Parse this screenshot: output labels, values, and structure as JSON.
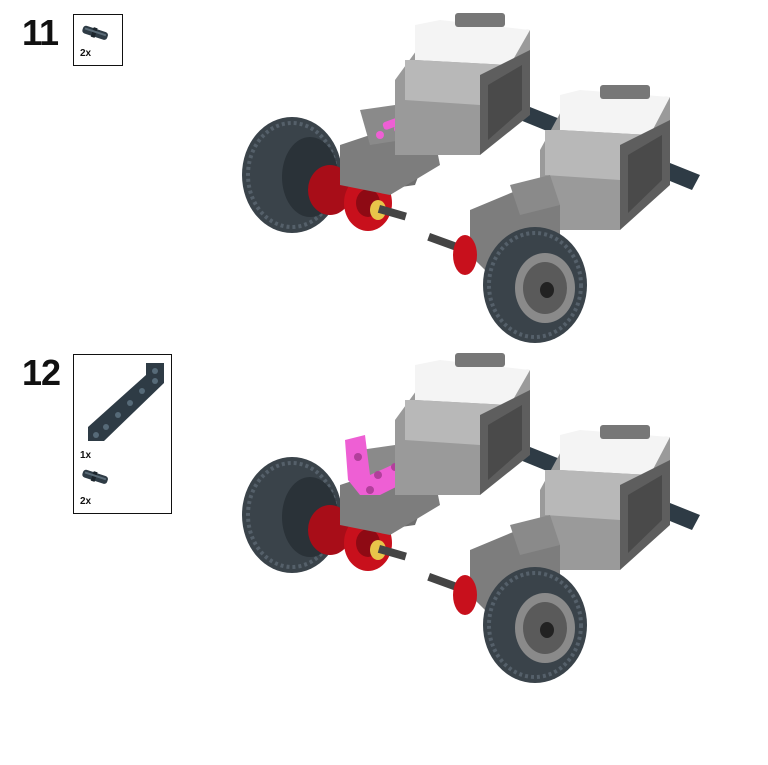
{
  "steps": [
    {
      "number": "11",
      "parts": [
        {
          "name": "axle-pin",
          "qty": "2x"
        }
      ]
    },
    {
      "number": "12",
      "parts": [
        {
          "name": "l-beam",
          "qty": "1x"
        },
        {
          "name": "axle-pin",
          "qty": "2x"
        }
      ]
    }
  ],
  "colors": {
    "white_panel": "#f4f4f4",
    "light_gray": "#a8a8a8",
    "dark_gray": "#6d6d6d",
    "tire": "#3a434a",
    "red": "#c8101c",
    "magenta": "#ee5fd4",
    "dark_blue_gray": "#2e3b45",
    "yellow": "#e8c54a"
  }
}
